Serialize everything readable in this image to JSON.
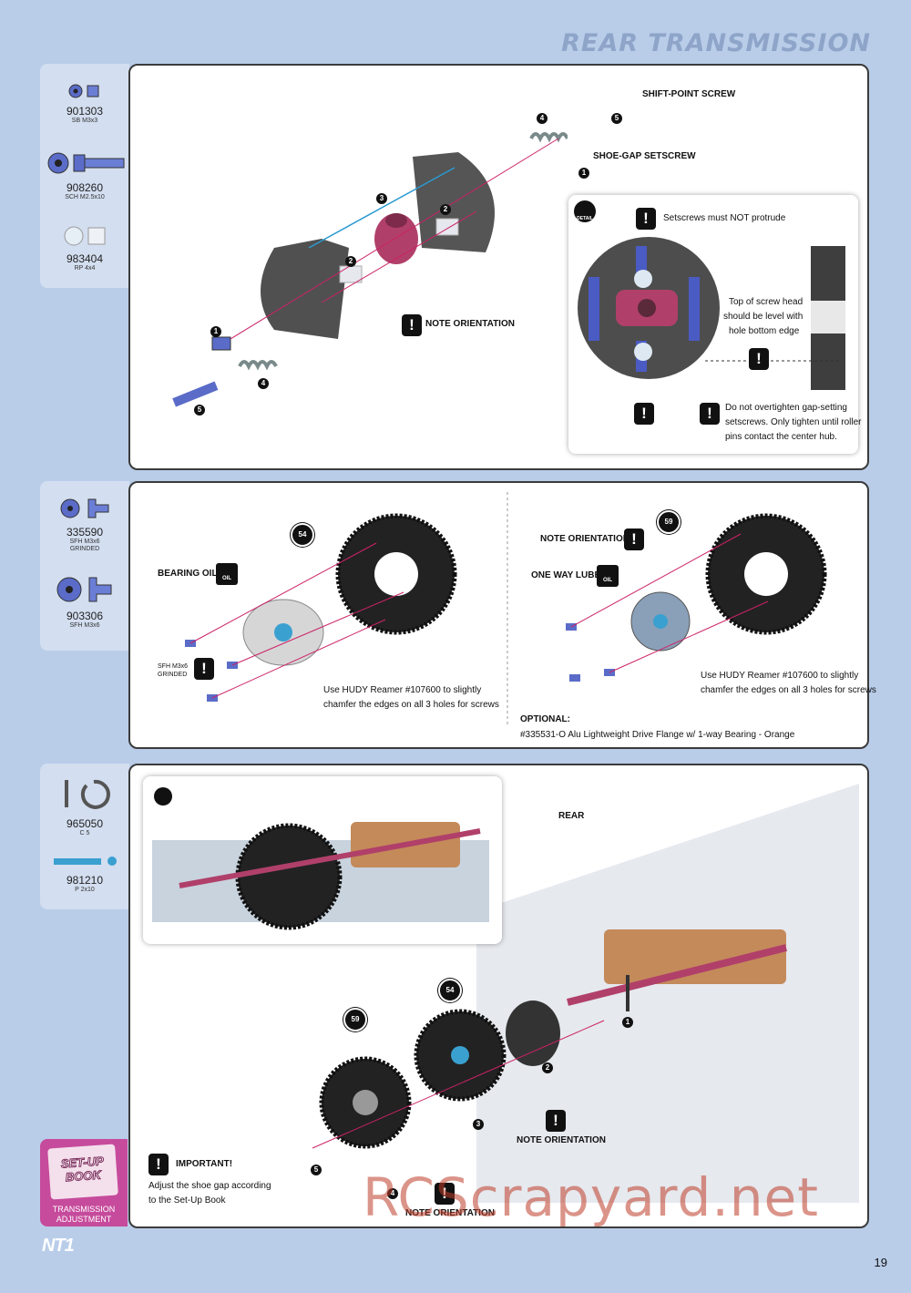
{
  "header": {
    "title": "REAR TRANSMISSION"
  },
  "sidebar1": {
    "parts": [
      {
        "number": "901303",
        "desc": "SB M3x3"
      },
      {
        "number": "908260",
        "desc": "SCH M2.5x10"
      },
      {
        "number": "983404",
        "desc": "RP 4x4"
      }
    ]
  },
  "sidebar2": {
    "parts": [
      {
        "number": "335590",
        "desc1": "SFH M3x6",
        "desc2": "GRINDED"
      },
      {
        "number": "903306",
        "desc1": "SFH M3x6",
        "desc2": ""
      }
    ]
  },
  "sidebar3": {
    "parts": [
      {
        "number": "965050",
        "desc": "C 5"
      },
      {
        "number": "981210",
        "desc": "P 2x10"
      }
    ]
  },
  "panel1": {
    "labels": {
      "shift_point_screw": "SHIFT-POINT SCREW",
      "shoe_gap_setscrew": "SHOE-GAP SETSCREW",
      "note_orientation": "NOTE ORIENTATION"
    },
    "callouts": [
      "1",
      "2",
      "3",
      "4",
      "5"
    ],
    "detail": {
      "badge": "DETAIL",
      "setscrews_note": "Setscrews must NOT protrude",
      "screw_head_note": [
        "Top of screw head",
        "should be level with",
        "hole bottom edge"
      ],
      "overtighten_note": [
        "Do not overtighten gap-setting",
        "setscrews. Only tighten until roller",
        "pins contact the center hub."
      ]
    }
  },
  "panel2": {
    "left": {
      "gear_teeth": "54",
      "bearing_oil": "BEARING OIL",
      "oil_icon": "OIL",
      "screw_label": [
        "SFH M3x6",
        "GRINDED"
      ],
      "reamer_note": [
        "Use HUDY Reamer #107600 to slightly",
        "chamfer the edges on all 3 holes for screws"
      ]
    },
    "right": {
      "gear_teeth": "59",
      "note_orientation": "NOTE ORIENTATION",
      "one_way_lube": "ONE WAY LUBE",
      "oil_icon": "OIL",
      "reamer_note": [
        "Use HUDY Reamer #107600 to slightly",
        "chamfer the edges on all 3 holes for screws"
      ],
      "optional_label": "OPTIONAL:",
      "optional_text": "#335531-O Alu Lightweight Drive Flange w/ 1-way Bearing - Orange"
    }
  },
  "panel3": {
    "rear_label": "REAR",
    "gear54": "54",
    "gear59": "59",
    "note_orientation_1": "NOTE ORIENTATION",
    "note_orientation_2": "NOTE ORIENTATION",
    "important_title": "IMPORTANT!",
    "important_text": [
      "Adjust the shoe gap according",
      "to the Set-Up Book"
    ],
    "callouts": [
      "1",
      "2",
      "3",
      "4",
      "5"
    ]
  },
  "setup_book": {
    "title1": "SET-UP",
    "title2": "BOOK",
    "caption1": "TRANSMISSION",
    "caption2": "ADJUSTMENT"
  },
  "footer": {
    "brand": "NT1",
    "page_number": "19"
  },
  "watermark": "RCScrapyard.net",
  "colors": {
    "background": "#b9cde9",
    "sidebar": "#d3def0",
    "part_blue": "#5a6cc8",
    "hub_pink": "#b0406a",
    "arrow_pink": "#cc2266",
    "arrow_cyan": "#2a9ad0",
    "setup_magenta": "#c64b9c",
    "orange_parts": "#e08a4a"
  }
}
